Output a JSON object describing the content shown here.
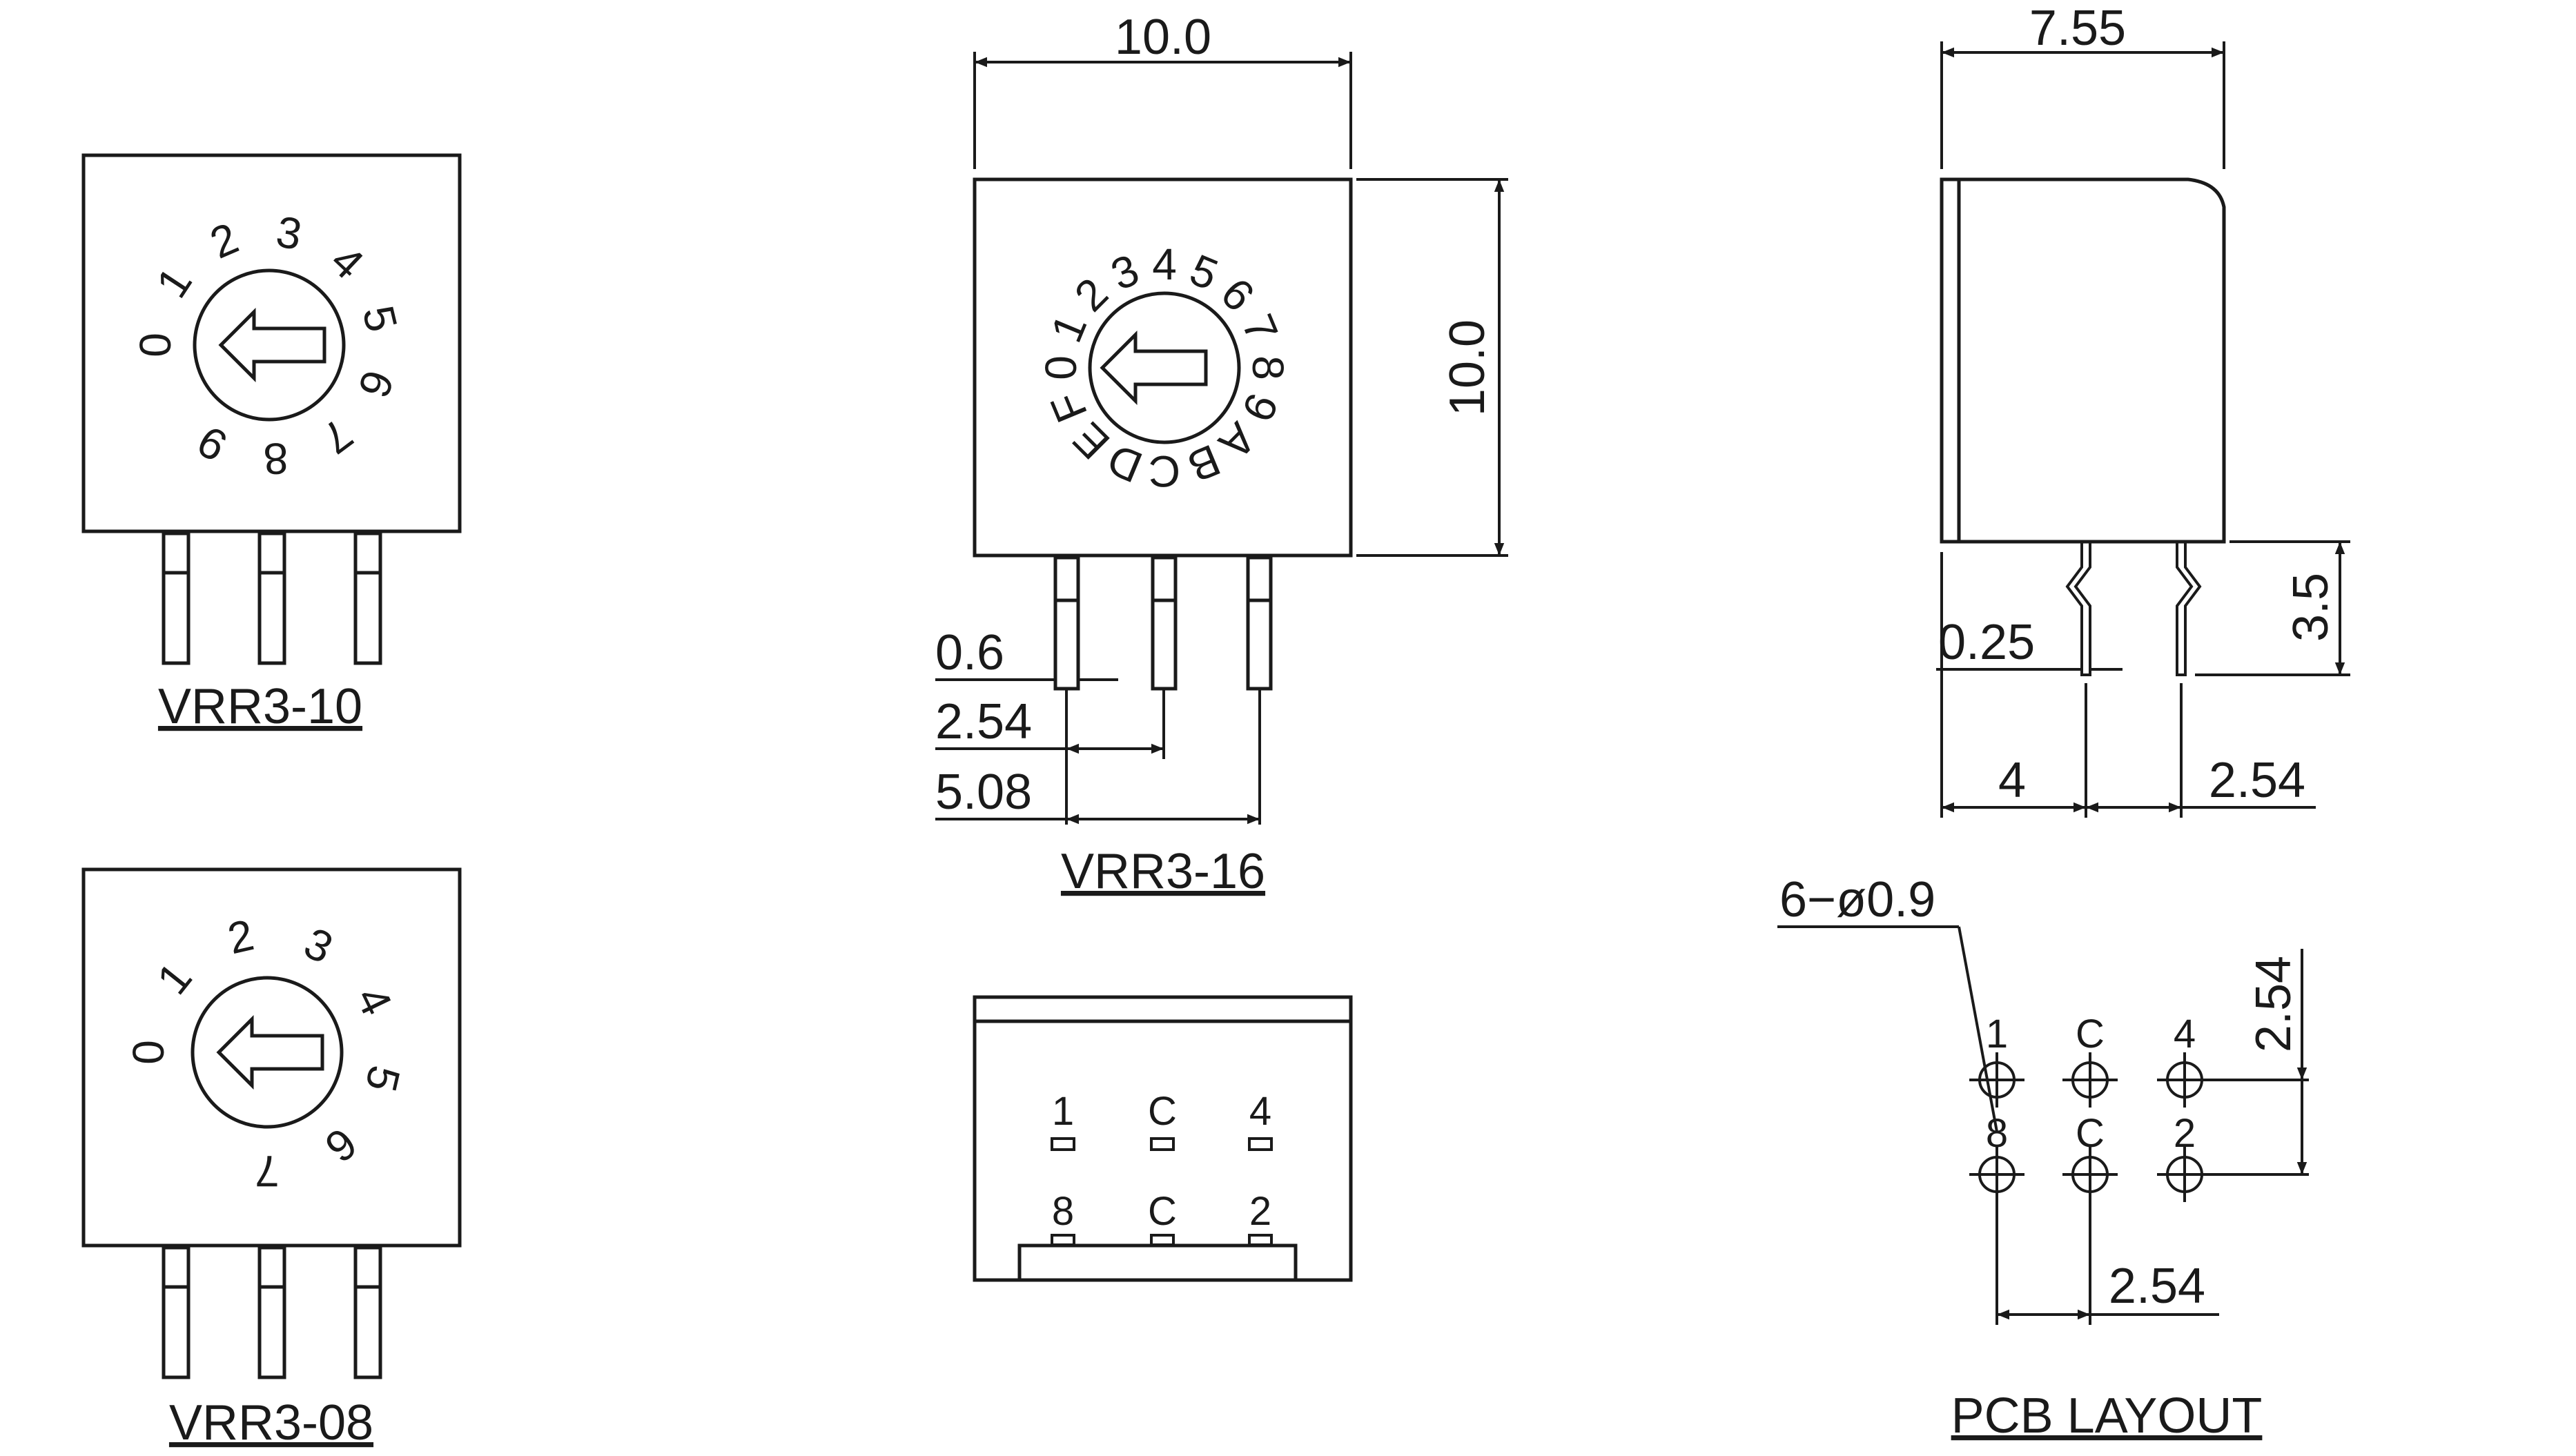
{
  "views": {
    "vrr3_10": {
      "title": "VRR3-10",
      "dial": [
        "0",
        "1",
        "2",
        "3",
        "4",
        "5",
        "6",
        "7",
        "8",
        "9"
      ]
    },
    "vrr3_08": {
      "title": "VRR3-08",
      "dial": [
        "0",
        "1",
        "2",
        "3",
        "4",
        "5",
        "6",
        "7"
      ]
    },
    "vrr3_16": {
      "title": "VRR3-16",
      "dial": [
        "0",
        "1",
        "2",
        "3",
        "4",
        "5",
        "6",
        "7",
        "8",
        "9",
        "A",
        "B",
        "C",
        "D",
        "E",
        "F"
      ],
      "dims": {
        "width": "10.0",
        "height": "10.0",
        "pin_width": "0.6",
        "pitch_1": "2.54",
        "pitch_2": "5.08"
      }
    },
    "bottom": {
      "top_pins": [
        "1",
        "C",
        "4"
      ],
      "bottom_pins": [
        "8",
        "C",
        "2"
      ]
    },
    "side": {
      "dims": {
        "depth": "7.55",
        "lead_height": "3.5",
        "lead_thickness": "0.25",
        "offset": "4",
        "pitch": "2.54"
      }
    },
    "pcb": {
      "title": "PCB LAYOUT",
      "hole_note": "6−ø0.9",
      "top_pins": [
        "1",
        "C",
        "4"
      ],
      "bottom_pins": [
        "8",
        "C",
        "2"
      ],
      "dims": {
        "row_pitch": "2.54",
        "col_pitch": "2.54"
      }
    }
  }
}
